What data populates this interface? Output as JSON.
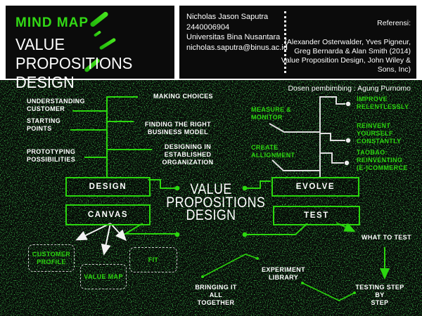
{
  "colors": {
    "accent_green": "#2bd60f",
    "line_white": "#dedede",
    "background_dark": "#060606"
  },
  "header": {
    "brand": "MIND MAP",
    "title": "VALUE PROPOSITIONS\nDESIGN",
    "author": {
      "name": "Nicholas Jason Saputra",
      "student_id": "2440006904",
      "university": "Universitas Bina Nusantara",
      "email": "nicholas.saputra@binus.ac.id"
    },
    "reference": {
      "label": "Referensi:",
      "citation": "(Alexander Osterwalder, Yves Pigneur,\nGreg Bernarda & Alan Smith (2014)\nValue Proposition Design, John Wiley &\nSons, Inc)",
      "supervisor": "Dosen pembimbing : Agung Purnomo"
    }
  },
  "map": {
    "center_title": "VALUE\nPROPOSITIONS\nDESIGN",
    "nodes": {
      "design": "DESIGN",
      "canvas": "CANVAS",
      "evolve": "EVOLVE",
      "test": "TEST"
    },
    "design_sub": {
      "understanding_customer": "UNDERSTANDING\nCUSTOMER",
      "starting_points": "STARTING\nPOINTS",
      "prototyping_possibilities": "PROTOTYPING\nPOSSIBILITIES",
      "making_choices": "MAKING CHOICES",
      "finding_right_business_model": "FINDING THE RIGHT\nBUSINESS MODEL",
      "designing_in_established_organization": "DESIGNING IN\nESTABLISHED\nORGANIZATION"
    },
    "evolve_sub": {
      "measure_monitor": "MEASURE &\nMONITOR",
      "create_allignment": "CREATE\nALLIGNMENT",
      "improve_relentlessly": "IMPROVE\nRELENTLESSLY",
      "reinvent_yourself_constantly": "REINVENT\nYOURSELF\nCONSTANTLY",
      "taobao_reinventing_ecommerce": "TAOBAO:\nREINVENTING\n(E-)COMMERCE"
    },
    "canvas_sub": {
      "customer_profile": "CUSTOMER\nPROFILE",
      "value_map": "VALUE MAP",
      "fit": "FIT"
    },
    "test_sub": {
      "what_to_test": "WHAT TO TEST",
      "experiment_library": "EXPERIMENT\nLIBRARY",
      "bringing_it_all_together": "BRINGING IT ALL\nTOGETHER",
      "testing_step_by_step": "TESTING STEP BY\nSTEP"
    }
  }
}
